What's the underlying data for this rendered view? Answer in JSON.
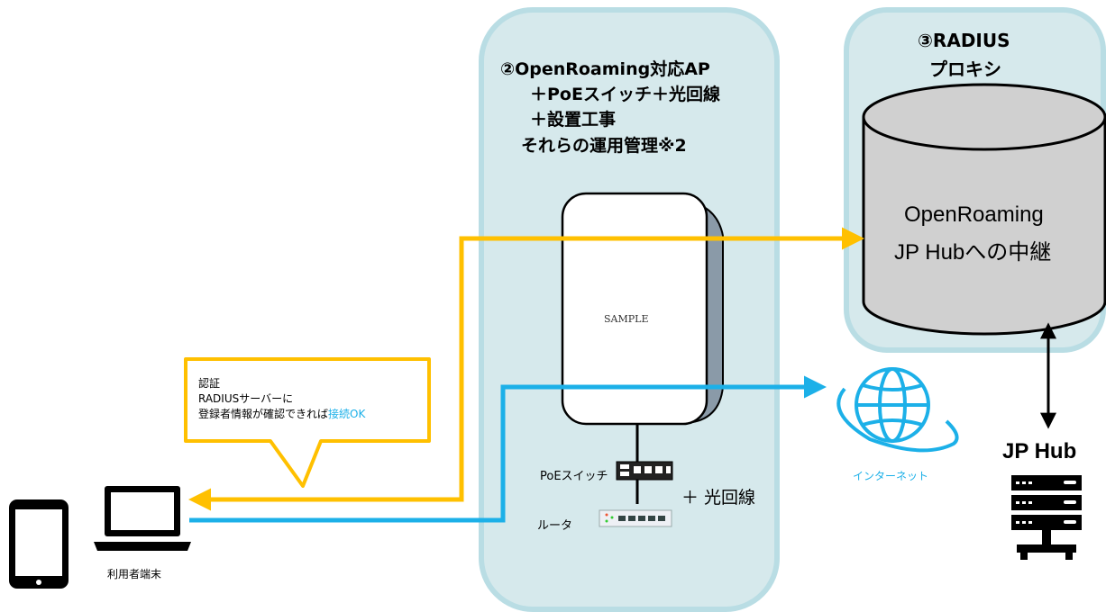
{
  "ap_panel": {
    "title_lines": [
      "②OpenRoaming対応AP",
      "＋PoEスイッチ＋光回線",
      "＋設置工事",
      "それらの運用管理※2"
    ]
  },
  "radius_panel": {
    "title_lines": [
      "③RADIUS",
      "プロキシ"
    ],
    "cylinder_text": [
      "OpenRoaming",
      "JP Hubへの中継"
    ]
  },
  "ap_device": {
    "brand_text": "SAMPLE"
  },
  "callout": {
    "lines": [
      "認証",
      "RADIUSサーバーに"
    ],
    "line3_prefix": "登録者情報が確認できれば",
    "line3_highlight": "接続OK"
  },
  "labels": {
    "poe_switch": "PoEスイッチ",
    "fiber": "＋ 光回線",
    "router": "ルータ",
    "internet": "インターネット",
    "jp_hub": "JP Hub",
    "user_device": "利用者端末"
  },
  "colors": {
    "panel_fill": "#d6e9ec",
    "panel_border": "#b9dde4",
    "auth_flow": "#ffc000",
    "data_flow": "#1cb0e8",
    "highlight_text": "#1cb0e8"
  }
}
